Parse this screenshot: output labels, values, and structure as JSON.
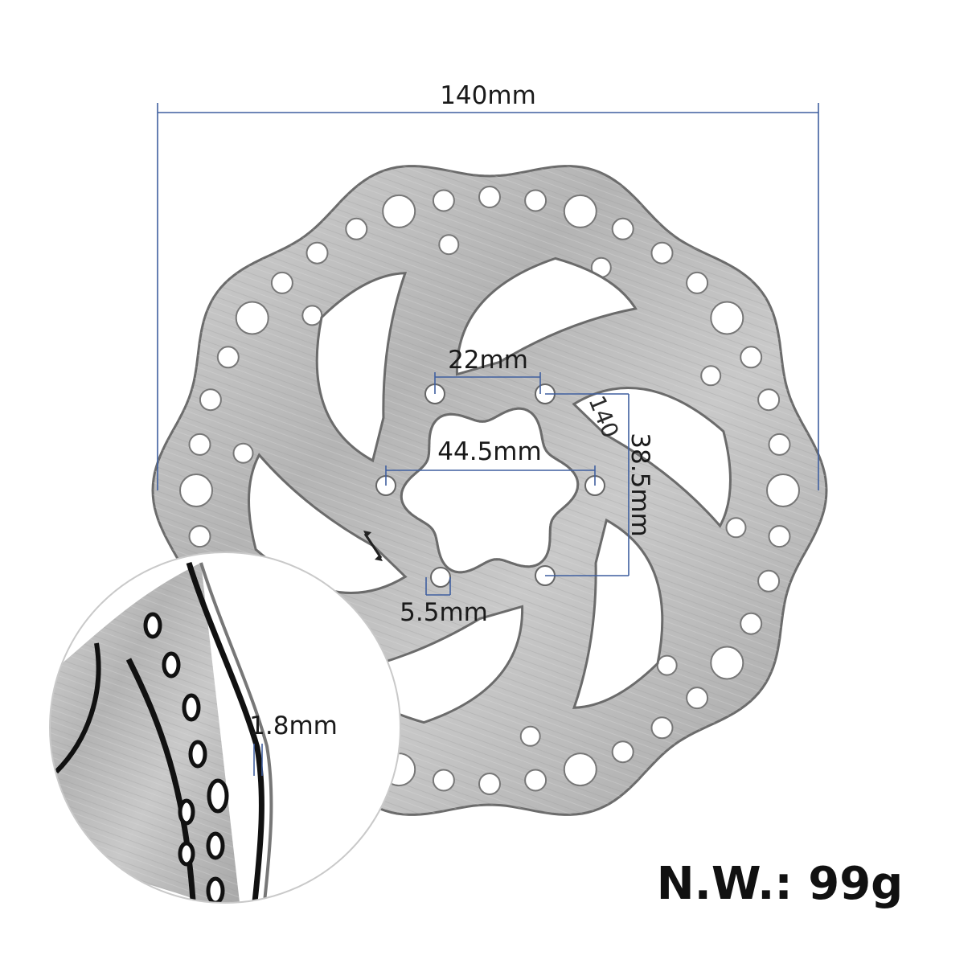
{
  "dimensions": {
    "outer_diameter": "140mm",
    "bolt_spacing": "22mm",
    "bolt_circle": "44.5mm",
    "bolt_offset": "38.5mm",
    "bolt_hole": "5.5mm",
    "thickness": "1.8mm"
  },
  "rotor_marking": "140",
  "net_weight": "N.W.: 99g",
  "colors": {
    "rotor_steel": "#b9b9b9",
    "rotor_edge": "#6b6b6b",
    "dimension_line": "#3f5f9f",
    "text": "#111111"
  }
}
